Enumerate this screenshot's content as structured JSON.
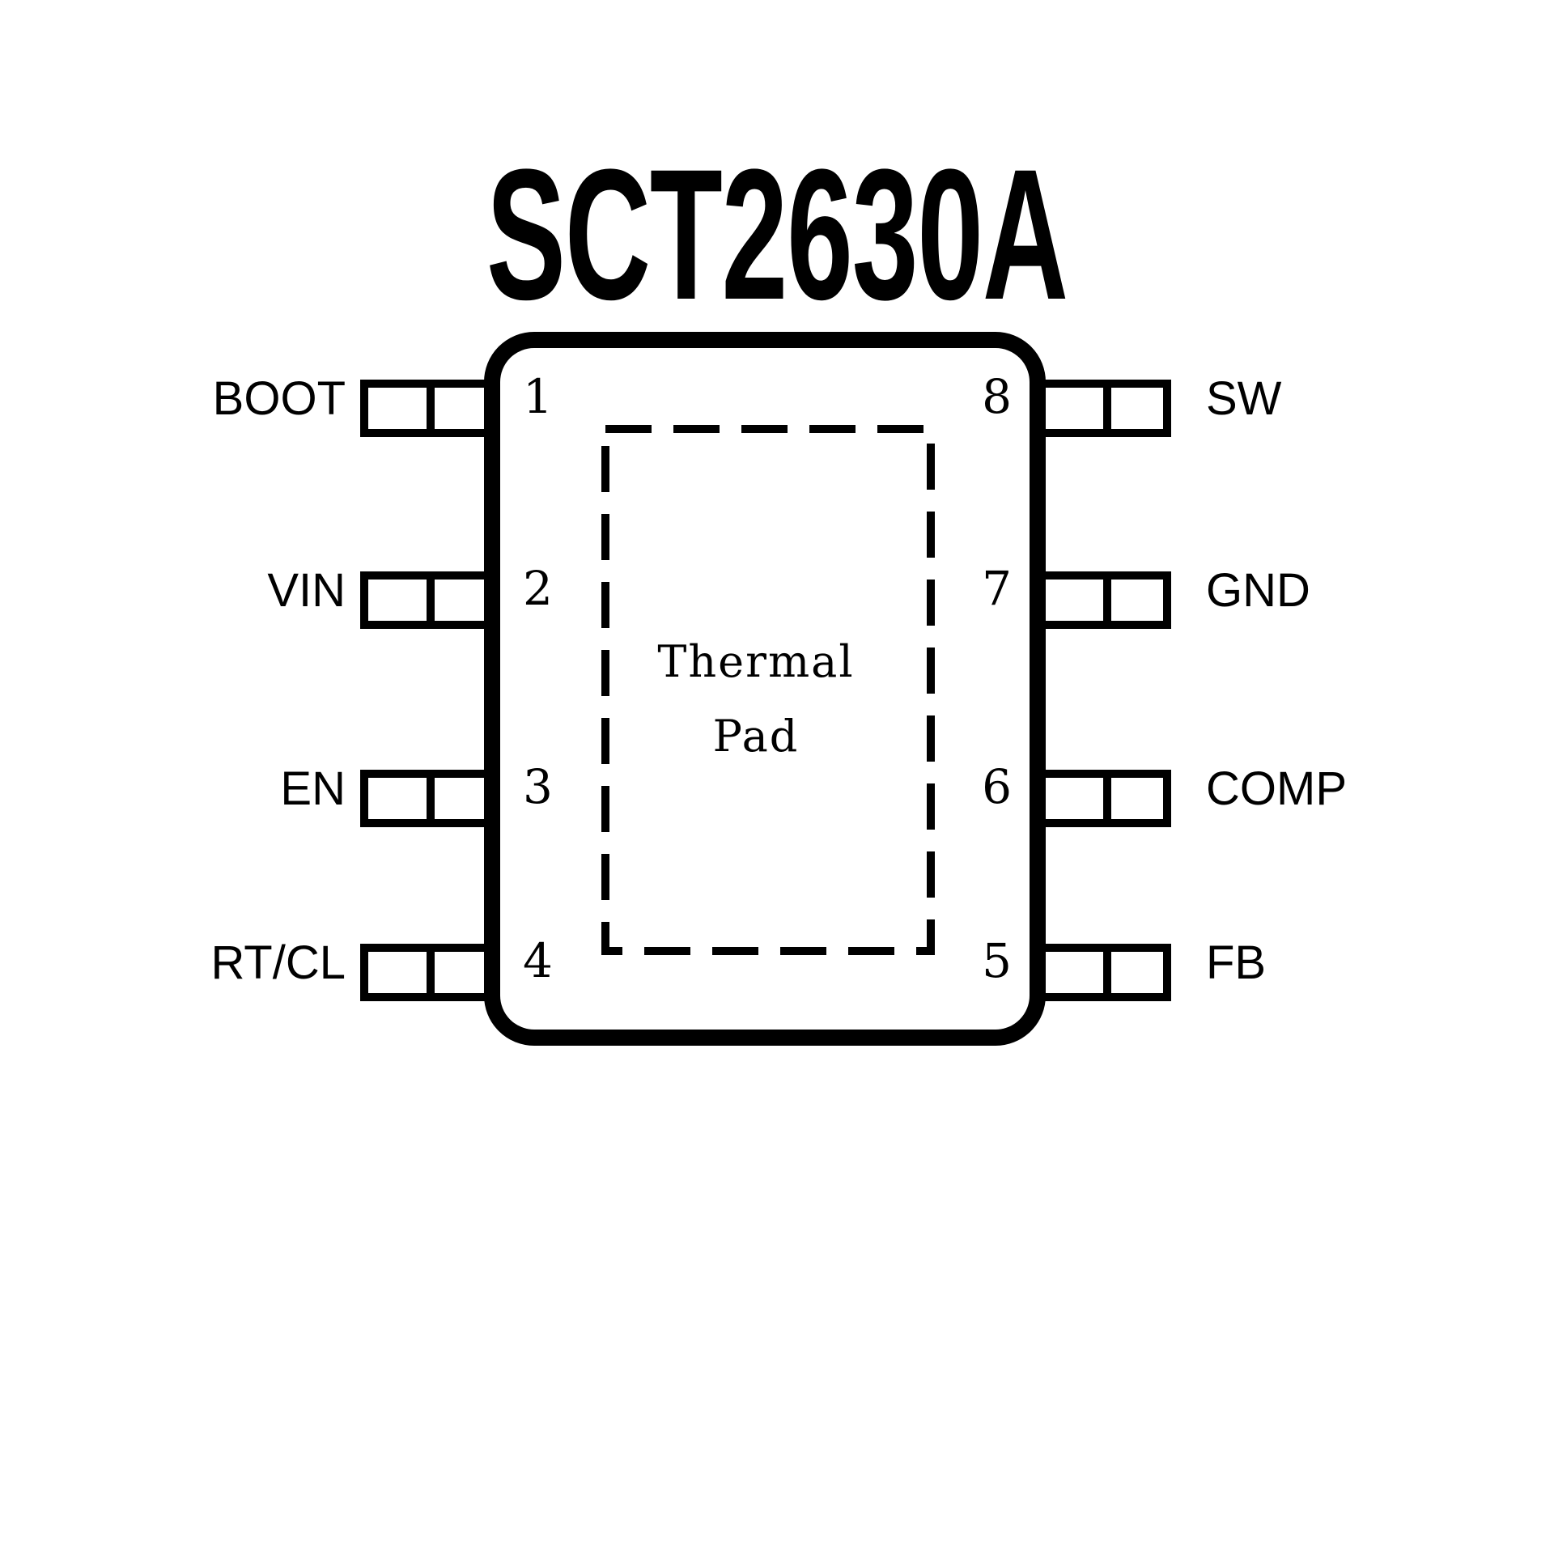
{
  "title": "SCT2630A",
  "chip": {
    "thermal_pad_line1": "Thermal",
    "thermal_pad_line2": "Pad"
  },
  "pins": {
    "left": [
      {
        "number": "1",
        "label": "BOOT"
      },
      {
        "number": "2",
        "label": "VIN"
      },
      {
        "number": "3",
        "label": "EN"
      },
      {
        "number": "4",
        "label": "RT/CL"
      }
    ],
    "right": [
      {
        "number": "8",
        "label": "SW"
      },
      {
        "number": "7",
        "label": "GND"
      },
      {
        "number": "6",
        "label": "COMP"
      },
      {
        "number": "5",
        "label": "FB"
      }
    ]
  },
  "colors": {
    "line": "#000000",
    "background": "#ffffff"
  }
}
